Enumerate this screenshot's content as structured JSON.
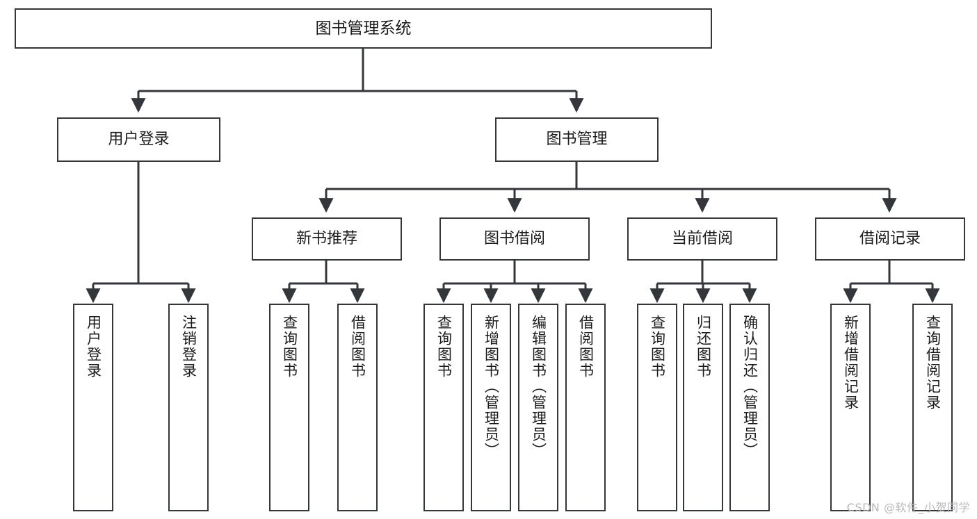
{
  "diagram": {
    "title": "图书管理系统",
    "watermark": "CSDN @软件_小贺同学",
    "colors": {
      "stroke": "#33363b",
      "background": "#ffffff",
      "text": "#1b1b1b",
      "watermark": "#b9b9b9"
    },
    "nodes": {
      "root": {
        "label": "图书管理系统"
      },
      "level2": [
        {
          "label": "用户登录"
        },
        {
          "label": "图书管理"
        }
      ],
      "level3": [
        {
          "label": "新书推荐"
        },
        {
          "label": "图书借阅"
        },
        {
          "label": "当前借阅"
        },
        {
          "label": "借阅记录"
        }
      ],
      "leaves_user_login": [
        {
          "label": "用户登录"
        },
        {
          "label": "注销登录"
        }
      ],
      "leaves_new_book": [
        {
          "label": "查询图书"
        },
        {
          "label": "借阅图书"
        }
      ],
      "leaves_borrow": [
        {
          "label": "查询图书"
        },
        {
          "label": "新增图书（管理员）"
        },
        {
          "label": "编辑图书（管理员）"
        },
        {
          "label": "借阅图书"
        }
      ],
      "leaves_current": [
        {
          "label": "查询图书"
        },
        {
          "label": "归还图书"
        },
        {
          "label": "确认归还（管理员）"
        }
      ],
      "leaves_records": [
        {
          "label": "新增借阅记录"
        },
        {
          "label": "查询借阅记录"
        }
      ]
    }
  }
}
